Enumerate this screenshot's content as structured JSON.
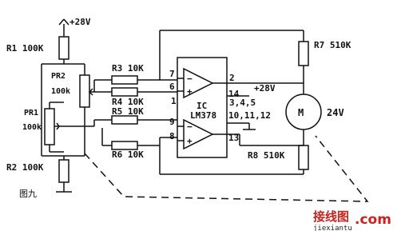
{
  "supply_top": "+28V",
  "supply_ic": "+28V",
  "resistors": {
    "r1": "R1 100K",
    "r2": "R2 100K",
    "r3": "R3 10K",
    "r4": "R4 10K",
    "r5": "R5 10K",
    "r6": "R6 10K",
    "r7": "R7 510K",
    "r8": "R8 510K",
    "pr1_name": "PR1",
    "pr1_value": "100k",
    "pr2_name": "PR2",
    "pr2_value": "100k"
  },
  "ic": {
    "name": "IC",
    "part": "LM378",
    "pins": {
      "p7": "7",
      "p6": "6",
      "p1": "1",
      "p9": "9",
      "p8": "8",
      "p2": "2",
      "p14": "14",
      "p345": "3,4,5",
      "p101112": "10,11,12",
      "p13": "13"
    },
    "op_signs": {
      "minus": "−",
      "plus": "+"
    }
  },
  "motor": {
    "symbol": "M",
    "voltage": "24V"
  },
  "figure_label": "图九",
  "watermark": {
    "chinese": "接线图",
    "dotcom": ".com",
    "url": "jiexiantu"
  },
  "colors": {
    "ink": "#111111",
    "watermark_red": "#c8221e"
  }
}
